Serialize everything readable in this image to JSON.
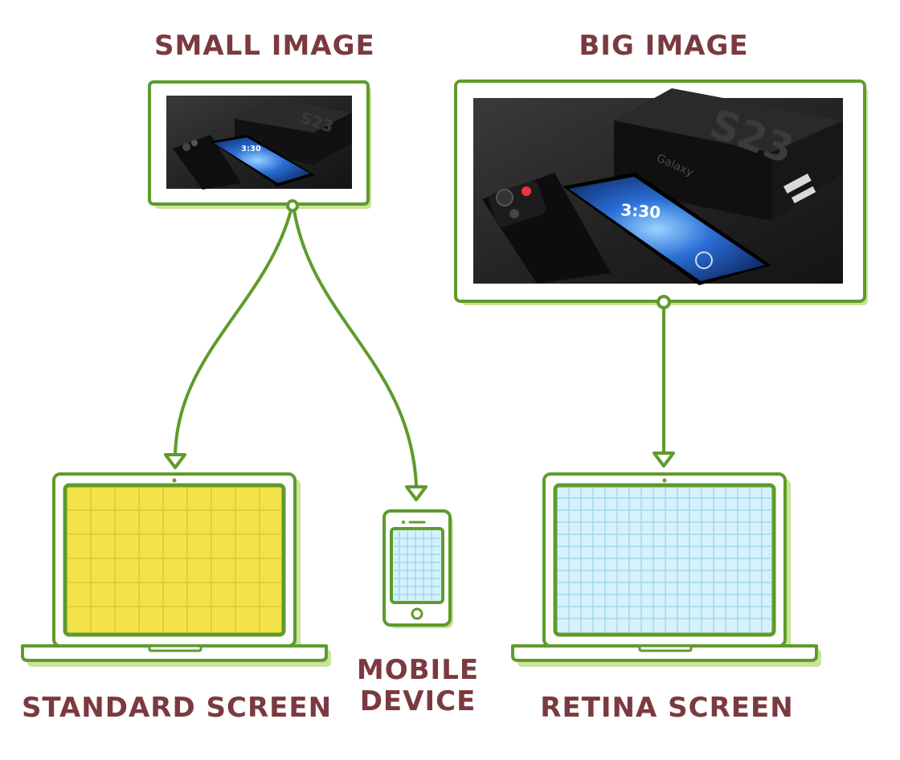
{
  "diagram": {
    "small_image_title": "SMALL IMAGE",
    "big_image_title": "BIG IMAGE",
    "standard_screen_label": "STANDARD SCREEN",
    "mobile_device_label_line1": "MOBILE",
    "mobile_device_label_line2": "DEVICE",
    "retina_screen_label": "RETINA SCREEN",
    "colors": {
      "outline": "#5e9b2c",
      "outline_shadow": "#c9e39a",
      "label": "#7a3a3f",
      "standard_screen_fill": "#f3e24a",
      "standard_grid": "#e5cf2f",
      "retina_screen_fill": "#d6f1fb",
      "retina_grid": "#9fd8ec",
      "photo_bg": "#1e1e1e"
    },
    "photo_text": {
      "time": "3:30",
      "brand": "Galaxy",
      "model": "S23"
    }
  }
}
